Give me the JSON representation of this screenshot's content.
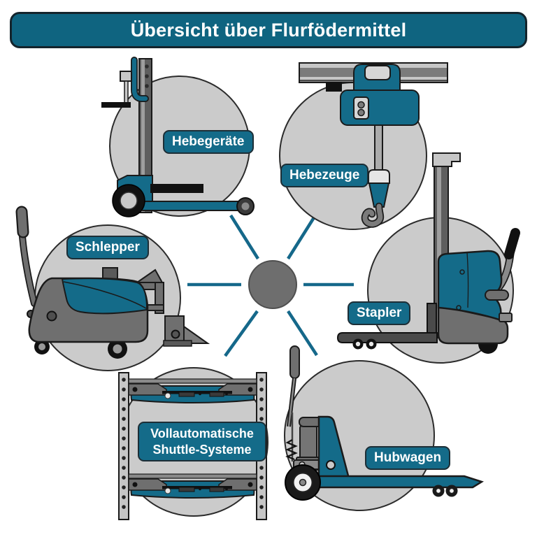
{
  "header": {
    "title": "Übersicht über Flurfödermittel"
  },
  "nodes": {
    "hebegeraete": {
      "label": "Hebegeräte"
    },
    "hebezeuge": {
      "label": "Hebezeuge"
    },
    "schlepper": {
      "label": "Schlepper"
    },
    "stapler": {
      "label": "Stapler"
    },
    "shuttle": {
      "label_line1": "Vollautomatische",
      "label_line2": "Shuttle-Systeme"
    },
    "hubwagen": {
      "label": "Hubwagen"
    }
  },
  "colors": {
    "teal": "#146b89",
    "header_teal": "#0f6480",
    "circle_gray": "#cbcbcb",
    "machine_gray": "#6f6f6f",
    "hub_gray": "#6e6e6e",
    "spoke_teal": "#15688a",
    "outline": "#1a1a1a",
    "background": "#ffffff"
  }
}
